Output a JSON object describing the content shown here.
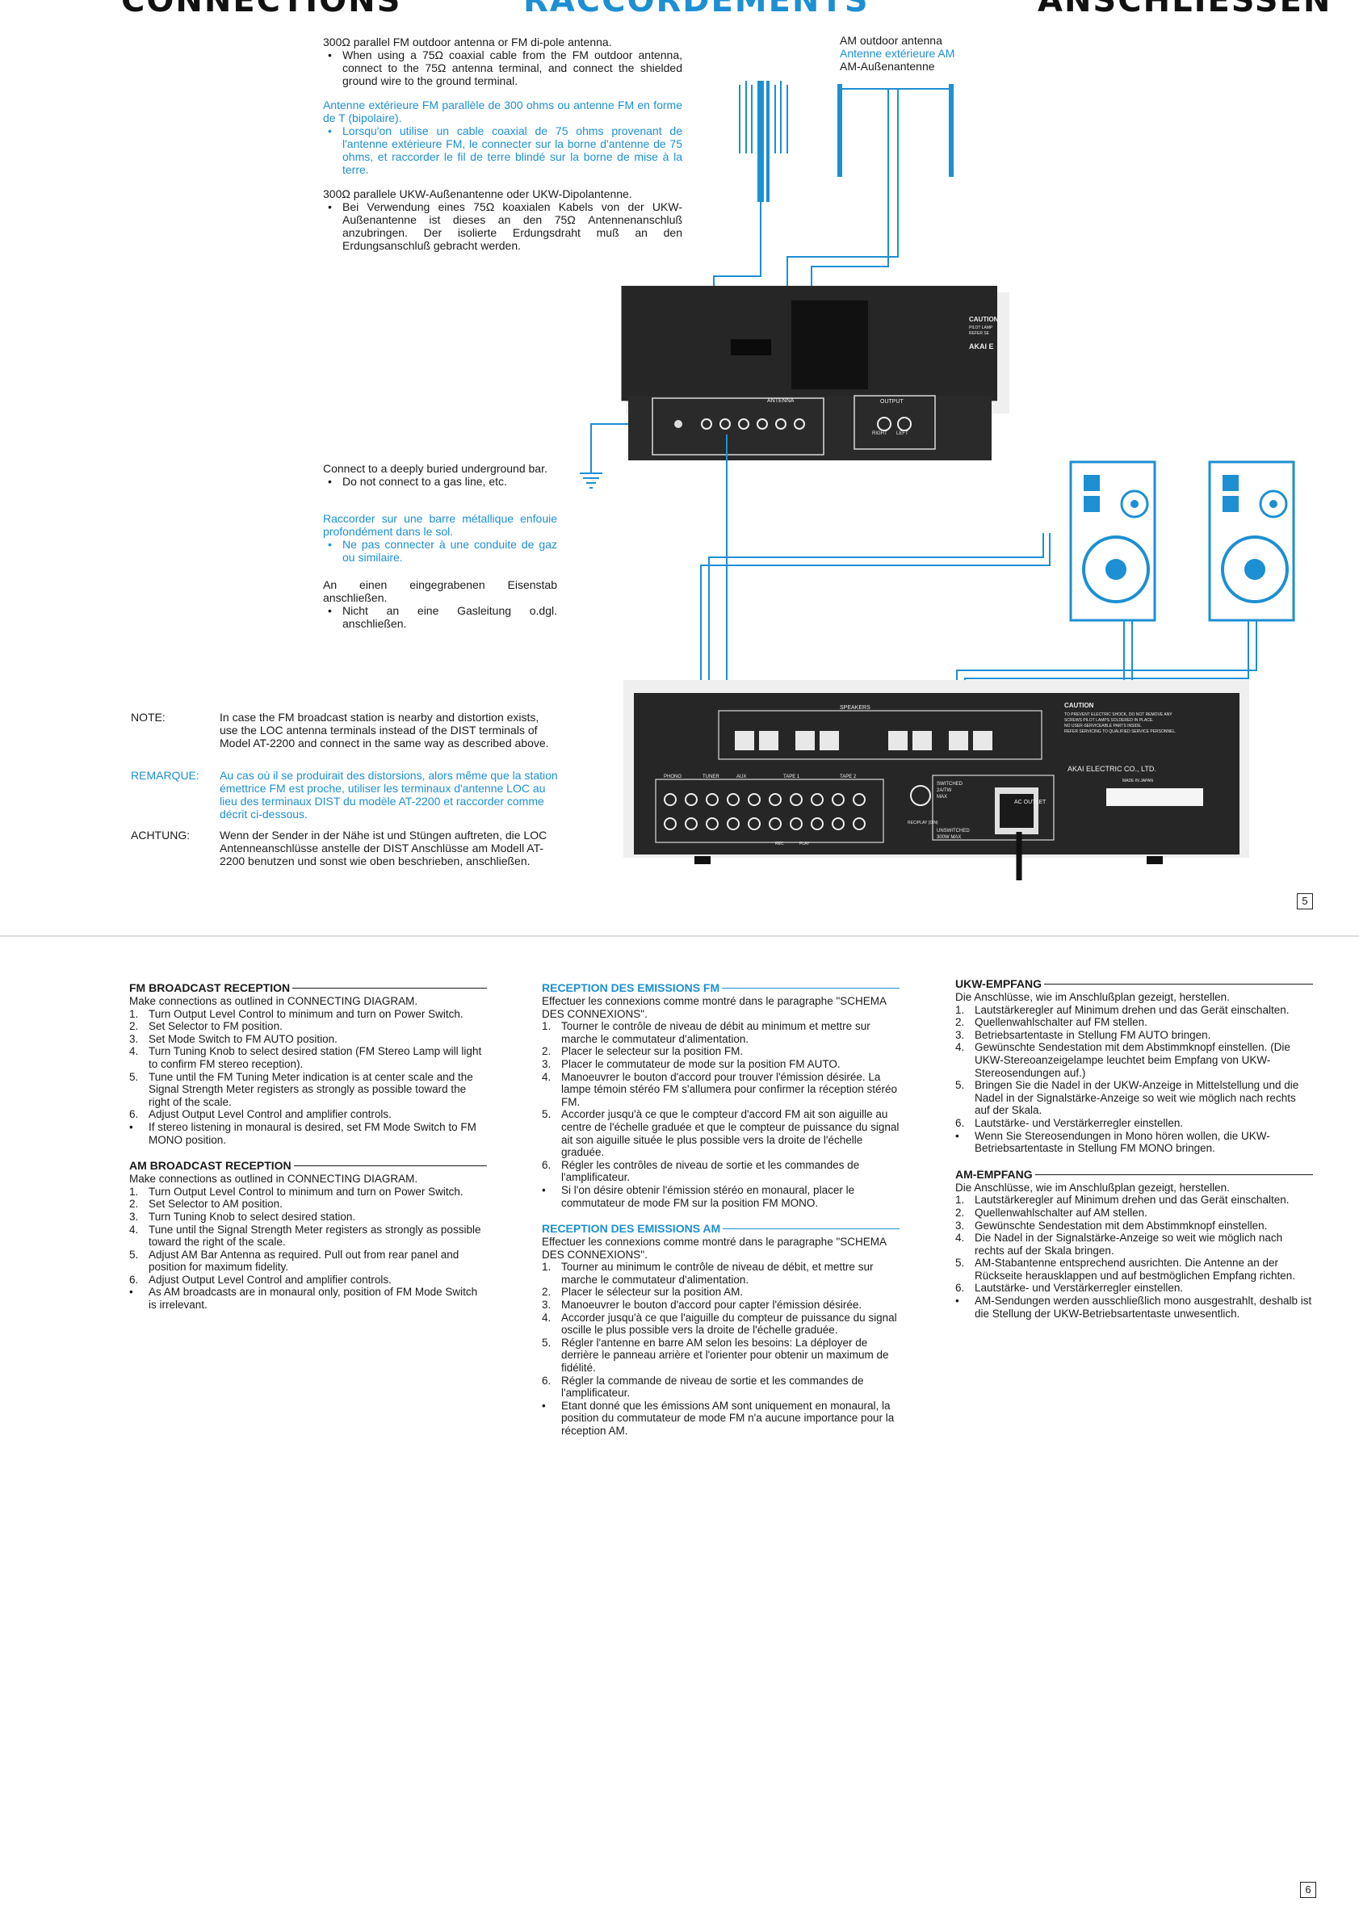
{
  "headers": {
    "en": "CONNECTIONS",
    "fr": "RACCORDEMENTS",
    "de": "ANSCHLIESSEN"
  },
  "antenna_fm": {
    "en": "300Ω parallel FM outdoor antenna or FM di-pole antenna.",
    "en_bullet": "When using a 75Ω coaxial cable from the FM outdoor antenna, connect to the 75Ω antenna terminal, and connect the shielded ground wire to the ground terminal.",
    "fr": "Antenne extérieure FM parallèle de 300 ohms ou antenne FM en forme de T (bipolaire).",
    "fr_bullet": "Lorsqu'on utilise un cable coaxial de 75 ohms provenant de l'antenne extérieure FM, le connecter sur la borne d'antenne de 75 ohms, et raccorder le fil de terre blindé sur la borne de mise à la terre.",
    "de": "300Ω parallele UKW-Außenantenne oder UKW-Dipolantenne.",
    "de_bullet": "Bei Verwendung eines 75Ω koaxialen Kabels von der UKW-Außenantenne ist dieses an den 75Ω Antennenanschluß anzubringen. Der isolierte Erdungsdraht muß an den Erdungsanschluß gebracht werden."
  },
  "antenna_am": {
    "en": "AM outdoor antenna",
    "fr": "Antenne extérieure AM",
    "de": "AM-Außenantenne"
  },
  "ground": {
    "en": "Connect to a deeply buried underground bar.",
    "en_bullet": "Do not connect to a gas line, etc.",
    "fr": "Raccorder sur une barre métallique enfouie profondément dans le sol.",
    "fr_bullet": "Ne pas connecter à une conduite de gaz ou similaire.",
    "de": "An einen eingegrabenen Eisenstab anschließen.",
    "de_bullet": "Nicht an eine Gasleitung o.dgl. anschließen."
  },
  "note": {
    "label_en": "NOTE:",
    "text_en": "In case the FM broadcast station is nearby and distortion exists, use the LOC antenna terminals instead of the DIST terminals of Model AT-2200 and connect in the same way as described above.",
    "label_fr": "REMARQUE:",
    "text_fr": "Au cas où il se produirait des distorsions, alors même que la station émettrice FM est proche, utiliser les terminaux d'antenne LOC au lieu des terminaux DIST du modèle AT-2200 et raccorder comme décrit ci-dessous.",
    "label_de": "ACHTUNG:",
    "text_de": "Wenn der Sender in der Nähe ist und Stüngen auftreten, die LOC Antenneanschlüsse anstelle der DIST Anschlüsse am Modell AT-2200 benutzen und sonst wie oben beschrieben, anschließen."
  },
  "diagram": {
    "tuner_caution": "CAUTION:",
    "tuner_caution_lines": [
      "PILOT LAMP",
      "REFER SE"
    ],
    "tuner_brand": "AKAI E",
    "antenna_label": "ANTENNA",
    "output_label": "OUTPUT",
    "right": "RIGHT",
    "left": "LEFT",
    "speakers_label": "SPEAKERS",
    "amp_caution": "CAUTION",
    "amp_caution_lines": [
      "TO PREVENT ELECTRIC SHOCK, DO NOT REMOVE ANY",
      "SCREWS    PILOT LAMPS SOLDERED IN PLACE.",
      "NO USER-SERVICEABLE PARTS INSIDE.",
      "REFER SERVICING TO QUALIFIED SERVICE PERSONNEL."
    ],
    "amp_brand": "AKAI ELECTRIC CO., LTD.",
    "made_in": "MADE IN JAPAN",
    "inputs": [
      "PHONO",
      "TUNER",
      "AUX",
      "TAPE 1",
      "TAPE 2"
    ],
    "rec": "REC",
    "play": "PLAY",
    "rec_play_din": "REC/PLAY (DIN)",
    "switched": "SWITCHED",
    "switched_watts": "2A/TW",
    "switched_max": "MAX",
    "ac_outlet": "AC OUTLET",
    "unswitched": "UNSWITCHED",
    "unswitched_watts": "300W MAX"
  },
  "page_numbers": {
    "top": "5",
    "bottom": "6"
  },
  "en_col": {
    "fm_title": "FM BROADCAST RECEPTION",
    "fm_intro": "Make connections as outlined in CONNECTING DIAGRAM.",
    "fm_steps": [
      {
        "n": "1.",
        "t": "Turn Output Level Control to minimum and turn on Power Switch."
      },
      {
        "n": "2.",
        "t": "Set Selector to FM position."
      },
      {
        "n": "3.",
        "t": "Set Mode Switch to FM AUTO position."
      },
      {
        "n": "4.",
        "t": "Turn Tuning Knob to select desired station (FM Stereo Lamp will light to confirm FM stereo reception)."
      },
      {
        "n": "5.",
        "t": "Tune until the FM Tuning Meter indication is at center scale and the Signal Strength Meter registers as strongly as possible toward the right of the scale."
      },
      {
        "n": "6.",
        "t": "Adjust Output Level Control and amplifier controls."
      },
      {
        "n": "•",
        "t": "If stereo listening in monaural is desired, set FM Mode Switch to FM MONO position."
      }
    ],
    "am_title": "AM BROADCAST RECEPTION",
    "am_intro": "Make connections as outlined in CONNECTING DIAGRAM.",
    "am_steps": [
      {
        "n": "1.",
        "t": "Turn Output Level Control to minimum and turn on Power Switch."
      },
      {
        "n": "2.",
        "t": "Set Selector to AM position."
      },
      {
        "n": "3.",
        "t": "Turn Tuning Knob to select desired station."
      },
      {
        "n": "4.",
        "t": "Tune until the Signal Strength Meter registers as strongly as possible toward the right of the scale."
      },
      {
        "n": "5.",
        "t": "Adjust AM Bar Antenna as required. Pull out from rear panel and position for maximum fidelity."
      },
      {
        "n": "6.",
        "t": "Adjust Output Level Control and amplifier controls."
      },
      {
        "n": "•",
        "t": "As AM broadcasts are in monaural only, position of FM Mode Switch is irrelevant."
      }
    ]
  },
  "fr_col": {
    "fm_title": "RECEPTION DES EMISSIONS FM",
    "fm_intro": "Effectuer les connexions comme montré dans le paragraphe \"SCHEMA DES CONNEXIONS\".",
    "fm_steps": [
      {
        "n": "1.",
        "t": "Tourner le contrôle de niveau de débit au minimum et mettre sur marche le commutateur d'alimentation."
      },
      {
        "n": "2.",
        "t": "Placer le selecteur sur la position FM."
      },
      {
        "n": "3.",
        "t": "Placer le commutateur de mode sur la position FM AUTO."
      },
      {
        "n": "4.",
        "t": "Manoeuvrer le bouton d'accord pour trouver l'émission désirée. La lampe témoin stéréo FM s'allumera pour confirmer la réception stéréo FM."
      },
      {
        "n": "5.",
        "t": "Accorder jusqu'à ce que le compteur d'accord FM ait son aiguille au centre de l'échelle graduée et que le compteur de puissance du signal ait son aiguille située le plus possible vers la droite de l'échelle graduée."
      },
      {
        "n": "6.",
        "t": "Régler les contrôles de niveau de sortie et les commandes de l'amplificateur."
      },
      {
        "n": "•",
        "t": "Si l'on désire obtenir l'émission stéréo en monaural, placer le commutateur de mode FM sur la position FM MONO."
      }
    ],
    "am_title": "RECEPTION DES EMISSIONS AM",
    "am_intro": "Effectuer les connexions comme montré dans le paragraphe \"SCHEMA DES CONNEXIONS\".",
    "am_steps": [
      {
        "n": "1.",
        "t": "Tourner au minimum le contrôle de niveau de débit, et mettre sur marche le commutateur d'alimentation."
      },
      {
        "n": "2.",
        "t": "Placer le sélecteur sur la position AM."
      },
      {
        "n": "3.",
        "t": "Manoeuvrer le bouton d'accord pour capter l'émission désirée."
      },
      {
        "n": "4.",
        "t": "Accorder jusqu'à ce que l'aiguille du compteur de puissance du signal oscille le plus possible vers la droite de l'échelle graduée."
      },
      {
        "n": "5.",
        "t": "Régler l'antenne en barre AM selon les besoins: La déployer de derrière le panneau arrière et l'orienter pour obtenir un maximum de fidélité."
      },
      {
        "n": "6.",
        "t": "Régler la commande de niveau de sortie et les commandes de l'amplificateur."
      },
      {
        "n": "•",
        "t": "Etant donné que les émissions AM sont uniquement en monaural, la position du commutateur de mode FM n'a aucune importance pour la réception AM."
      }
    ]
  },
  "de_col": {
    "fm_title": "UKW-EMPFANG",
    "fm_intro": "Die Anschlüsse, wie im Anschlußplan gezeigt, herstellen.",
    "fm_steps": [
      {
        "n": "1.",
        "t": "Lautstärkeregler auf Minimum drehen und das Gerät einschalten."
      },
      {
        "n": "2.",
        "t": "Quellenwahlschalter auf FM stellen."
      },
      {
        "n": "3.",
        "t": "Betriebsartentaste in Stellung FM AUTO bringen."
      },
      {
        "n": "4.",
        "t": "Gewünschte Sendestation mit dem Abstimmknopf einstellen. (Die UKW-Stereoanzeigelampe leuchtet beim Empfang von UKW-Stereosendungen auf.)"
      },
      {
        "n": "5.",
        "t": "Bringen Sie die Nadel in der UKW-Anzeige in Mittelstellung und die Nadel in der Signalstärke-Anzeige so weit wie möglich nach rechts auf der Skala."
      },
      {
        "n": "6.",
        "t": "Lautstärke- und Verstärkerregler einstellen."
      },
      {
        "n": "•",
        "t": "Wenn Sie Stereosendungen in Mono hören wollen, die UKW-Betriebsartentaste in Stellung FM MONO bringen."
      }
    ],
    "am_title": "AM-EMPFANG",
    "am_intro": "Die Anschlüsse, wie im Anschlußplan gezeigt, herstellen.",
    "am_steps": [
      {
        "n": "1.",
        "t": "Lautstärkeregler auf Minimum drehen und das Gerät einschalten."
      },
      {
        "n": "2.",
        "t": "Quellenwahlschalter auf AM stellen."
      },
      {
        "n": "3.",
        "t": "Gewünschte Sendestation mit dem Abstimmknopf einstellen."
      },
      {
        "n": "4.",
        "t": "Die Nadel in der Signalstärke-Anzeige so weit wie möglich nach rechts auf der Skala bringen."
      },
      {
        "n": "5.",
        "t": "AM-Stabantenne entsprechend ausrichten. Die Antenne an der Rückseite herausklappen und auf bestmöglichen Empfang richten."
      },
      {
        "n": "6.",
        "t": "Lautstärke- und Verstärkerregler einstellen."
      },
      {
        "n": "•",
        "t": "AM-Sendungen werden ausschließlich mono ausgestrahlt, deshalb ist die Stellung der UKW-Betriebsartentaste unwesentlich."
      }
    ]
  }
}
